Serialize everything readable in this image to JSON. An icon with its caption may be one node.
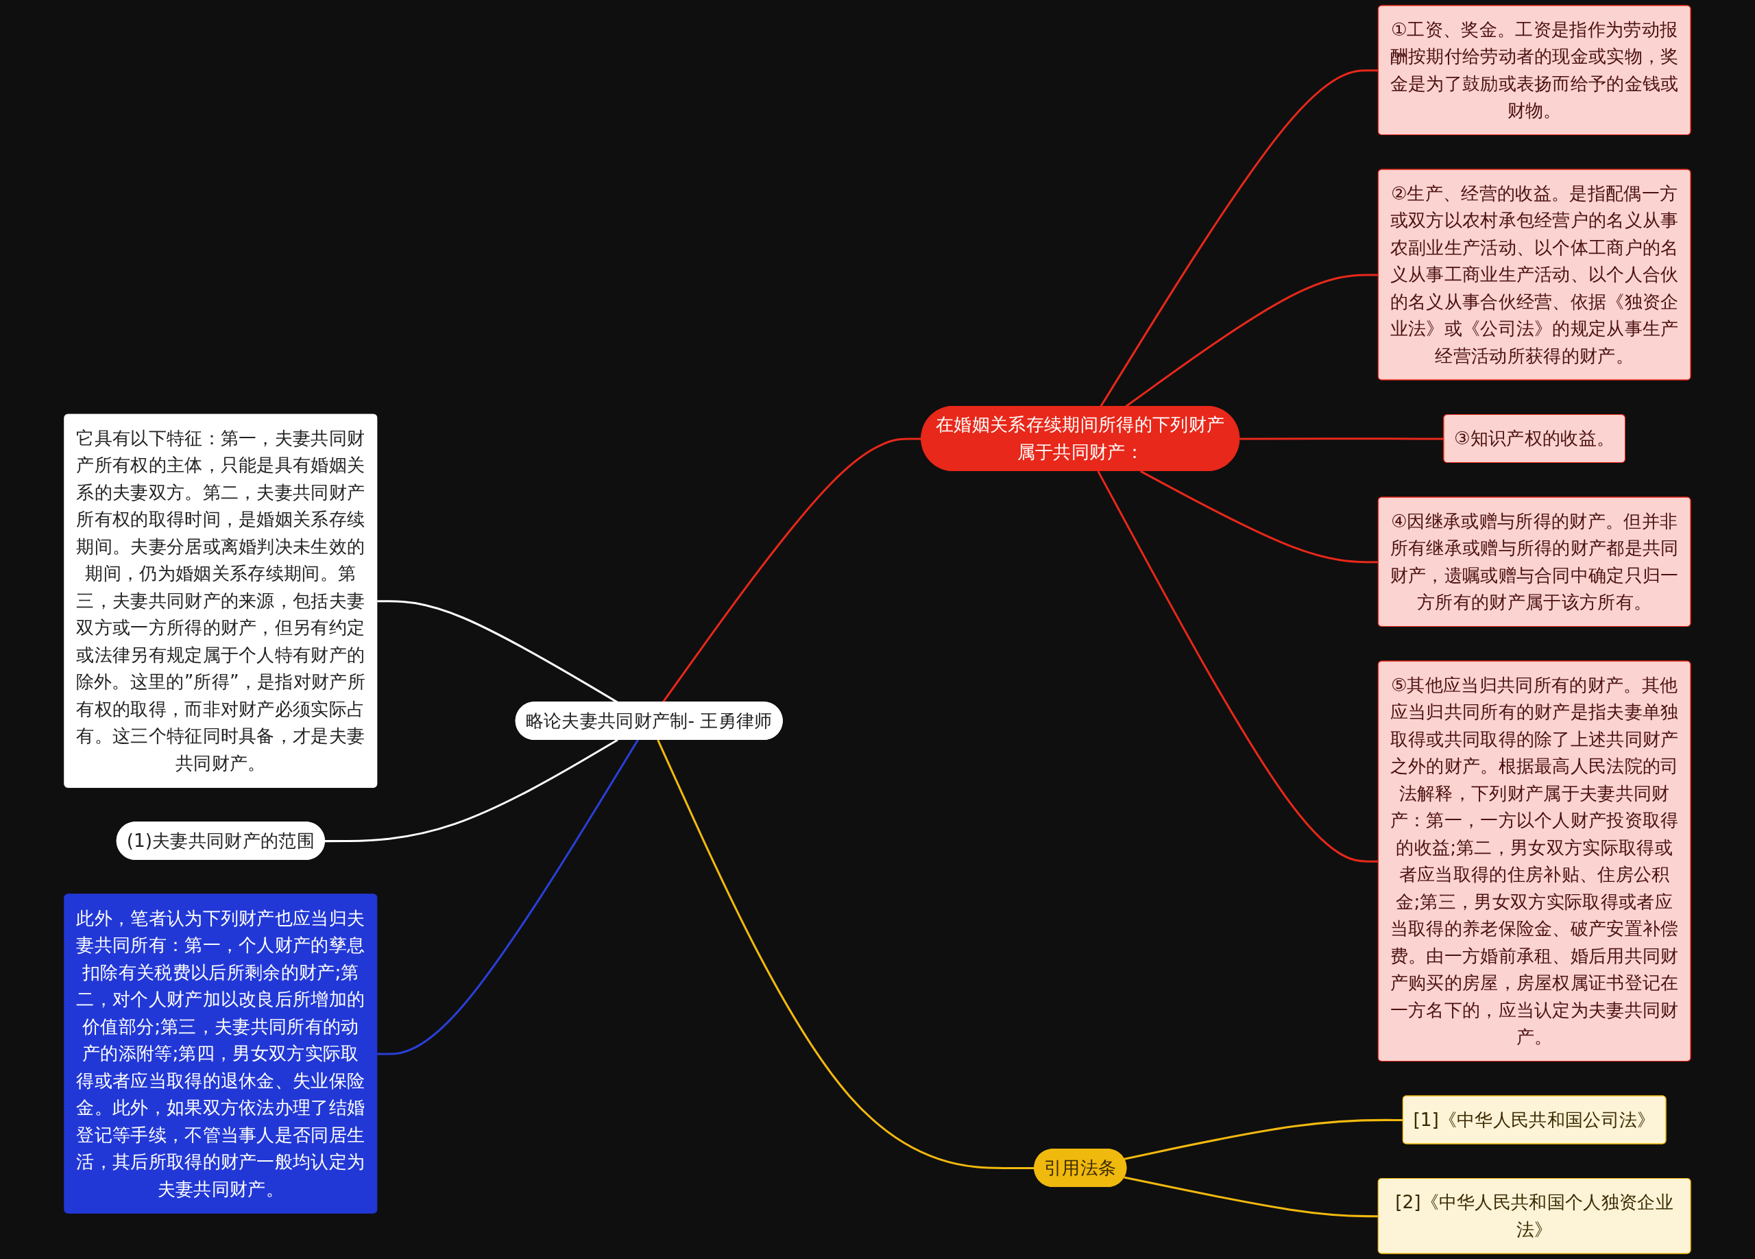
{
  "diagram": {
    "nodes": [
      {
        "text": [
          "略论夫妻共同财产制- 王勇律师"
        ]
      },
      {
        "text": [
          "它具有以下特征：第一，夫妻共同财产所有权的主体，只能是具有婚姻关系的夫妻双方。第二，夫妻共同财产所有权的取得时间，是婚姻关系存续期间。夫妻分居或离婚判决未生效的期间，仍为婚姻关系存续期间。第三，夫妻共同财产的来源，包括夫妻双方或一方所得的财产，但另有约定或法律另有规定属于个人特有财产的除外。这里的”所得”，是指对财产所有权的取得，而非对财产必须实际占有。这三个特征同时具备，才是夫妻共同财产。"
        ]
      },
      {
        "text": [
          "(1)夫妻共同财产的范围"
        ]
      },
      {
        "text": [
          "此外，笔者认为下列财产也应当归夫妻共同所有：第一，个人财产的孳息扣除有关税费以后所剩余的财产;第二，对个人财产加以改良后所增加的价值部分;第三，夫妻共同所有的动产的添附等;第四，男女双方实际取得或者应当取得的退休金、失业保险金。此外，如果双方依法办理了结婚登记等手续，不管当事人是否同居生活，其后所取得的财产一般均认定为夫妻共同财产。"
        ]
      },
      {
        "text": [
          "在婚姻关系存续期间所得的下列财产属于共同财产："
        ]
      },
      {
        "text": [
          "①工资、奖金。工资是指作为劳动报酬按期付给劳动者的现金或实物，奖金是为了鼓励或表扬而给予的金钱或财物。"
        ]
      },
      {
        "text": [
          "②生产、经营的收益。是指配偶一方或双方以农村承包经营户的名义从事农副业生产活动、以个体工商户的名义从事工商业生产活动、以个人合伙的名义从事合伙经营、依据《独资企业法》或《公司法》的规定从事生产经营活动所获得的财产。"
        ]
      },
      {
        "text": [
          "③知识产权的收益。"
        ]
      },
      {
        "text": [
          "④因继承或赠与所得的财产。但并非所有继承或赠与所得的财产都是共同财产，遗嘱或赠与合同中确定只归一方所有的财产属于该方所有。"
        ]
      },
      {
        "text": [
          "⑤其他应当归共同所有的财产。其他应当归共同所有的财产是指夫妻单独取得或共同取得的除了上述共同财产之外的财产。根据最高人民法院的司法解释，下列财产属于夫妻共同财产：第一，一方以个人财产投资取得的收益;第二，男女双方实际取得或者应当取得的住房补贴、住房公积金;第三，男女双方实际取得或者应当取得的养老保险金、破产安置补偿费。由一方婚前承租、婚后用共同财产购买的房屋，房屋权属证书登记在一方名下的，应当认定为夫妻共同财产。"
        ]
      },
      {
        "text": [
          "引用法条"
        ]
      },
      {
        "text": [
          "[1]《中华人民共和国公司法》"
        ]
      },
      {
        "text": [
          "[2]《中华人民共和国个人独资企业法》"
        ]
      }
    ],
    "edges": [
      {
        "from": 0,
        "to": 1,
        "arrow": "none",
        "color": "#ffffff"
      },
      {
        "from": 0,
        "to": 2,
        "arrow": "none",
        "color": "#ffffff"
      },
      {
        "from": 0,
        "to": 3,
        "arrow": "none",
        "color": "#2a3fd8"
      },
      {
        "from": 0,
        "to": 4,
        "arrow": "none"
      },
      {
        "from": 4,
        "to": 5,
        "arrow": "none"
      },
      {
        "from": 4,
        "to": 6,
        "arrow": "none"
      },
      {
        "from": 4,
        "to": 7,
        "arrow": "none"
      },
      {
        "from": 4,
        "to": 8,
        "arrow": "none"
      },
      {
        "from": 4,
        "to": 9,
        "arrow": "none"
      },
      {
        "from": 0,
        "to": 10,
        "arrow": "none",
        "color": "#f2b90f"
      },
      {
        "from": 10,
        "to": 11,
        "arrow": "none",
        "color": "#f2b90f"
      },
      {
        "from": 10,
        "to": 12,
        "arrow": "none",
        "color": "#f2b90f"
      }
    ]
  }
}
